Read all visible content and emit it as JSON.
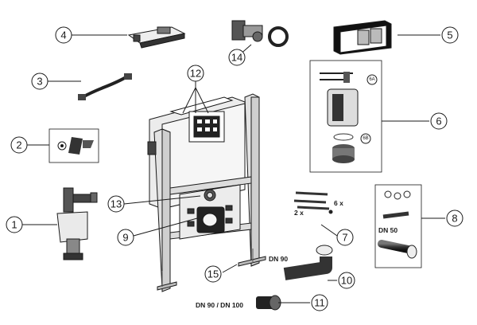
{
  "callouts": {
    "c1": "1",
    "c2": "2",
    "c3": "3",
    "c4": "4",
    "c5": "5",
    "c6": "6",
    "c7": "7",
    "c8": "8",
    "c9": "9",
    "c10": "10",
    "c11": "11",
    "c12": "12",
    "c13": "13",
    "c14": "14",
    "c15": "15"
  },
  "labels": {
    "sub_6a": "6A",
    "sub_6b": "6B",
    "qty_6x": "6 x",
    "qty_2x": "2 x",
    "dn50": "DN 50",
    "dn90": "DN 90",
    "dn90_dn100": "DN 90 / DN 100"
  },
  "colors": {
    "ink": "#1a1a1a",
    "frame": "#d9d9d9",
    "dark": "#3a3a3a"
  }
}
